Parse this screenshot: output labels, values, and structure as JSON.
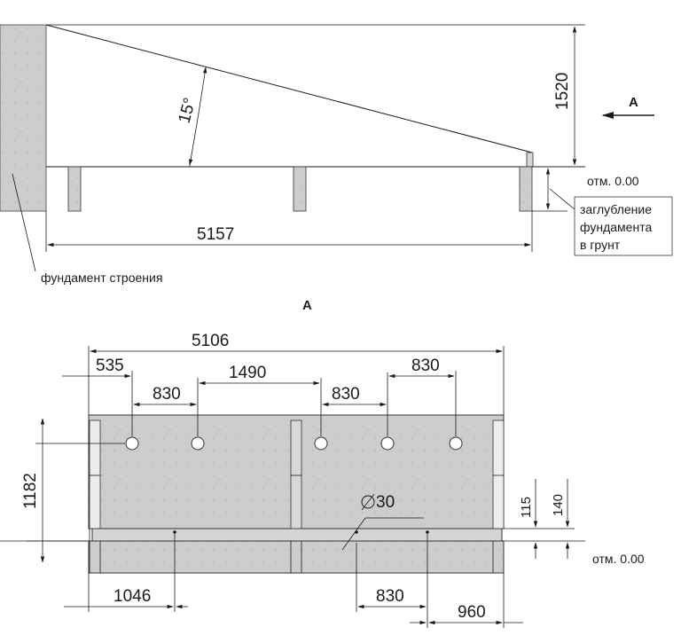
{
  "side_view": {
    "dim_length": "5157",
    "dim_height": "1520",
    "angle": "15°",
    "elevation": "отм. 0.00",
    "section_marker": "А",
    "foundation_label": "фундамент строения",
    "depth_note": [
      "заглубление",
      "фундамента",
      "в грунт"
    ]
  },
  "section_view": {
    "title": "А",
    "dim_total": "5106",
    "dim_535": "535",
    "dim_830_a": "830",
    "dim_1490": "1490",
    "dim_830_b": "830",
    "dim_830_top": "830",
    "dim_1182": "1182",
    "dim_diameter": "30",
    "dim_115": "115",
    "dim_140": "140",
    "elevation": "отм. 0.00",
    "dim_1046": "1046",
    "dim_830_bottom": "830",
    "dim_960": "960"
  }
}
